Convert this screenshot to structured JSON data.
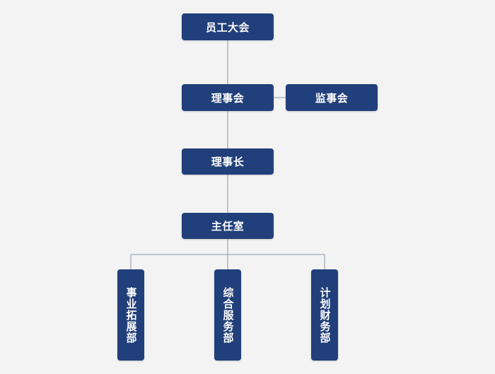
{
  "org_chart": {
    "general_assembly": "员工大会",
    "council": "理事会",
    "supervisory_board": "监事会",
    "chairman": "理事长",
    "director_office": "主任室",
    "departments": {
      "business_development": "事业拓展部",
      "comprehensive_services": "综合服务部",
      "planning_finance": "计划财务部"
    }
  }
}
